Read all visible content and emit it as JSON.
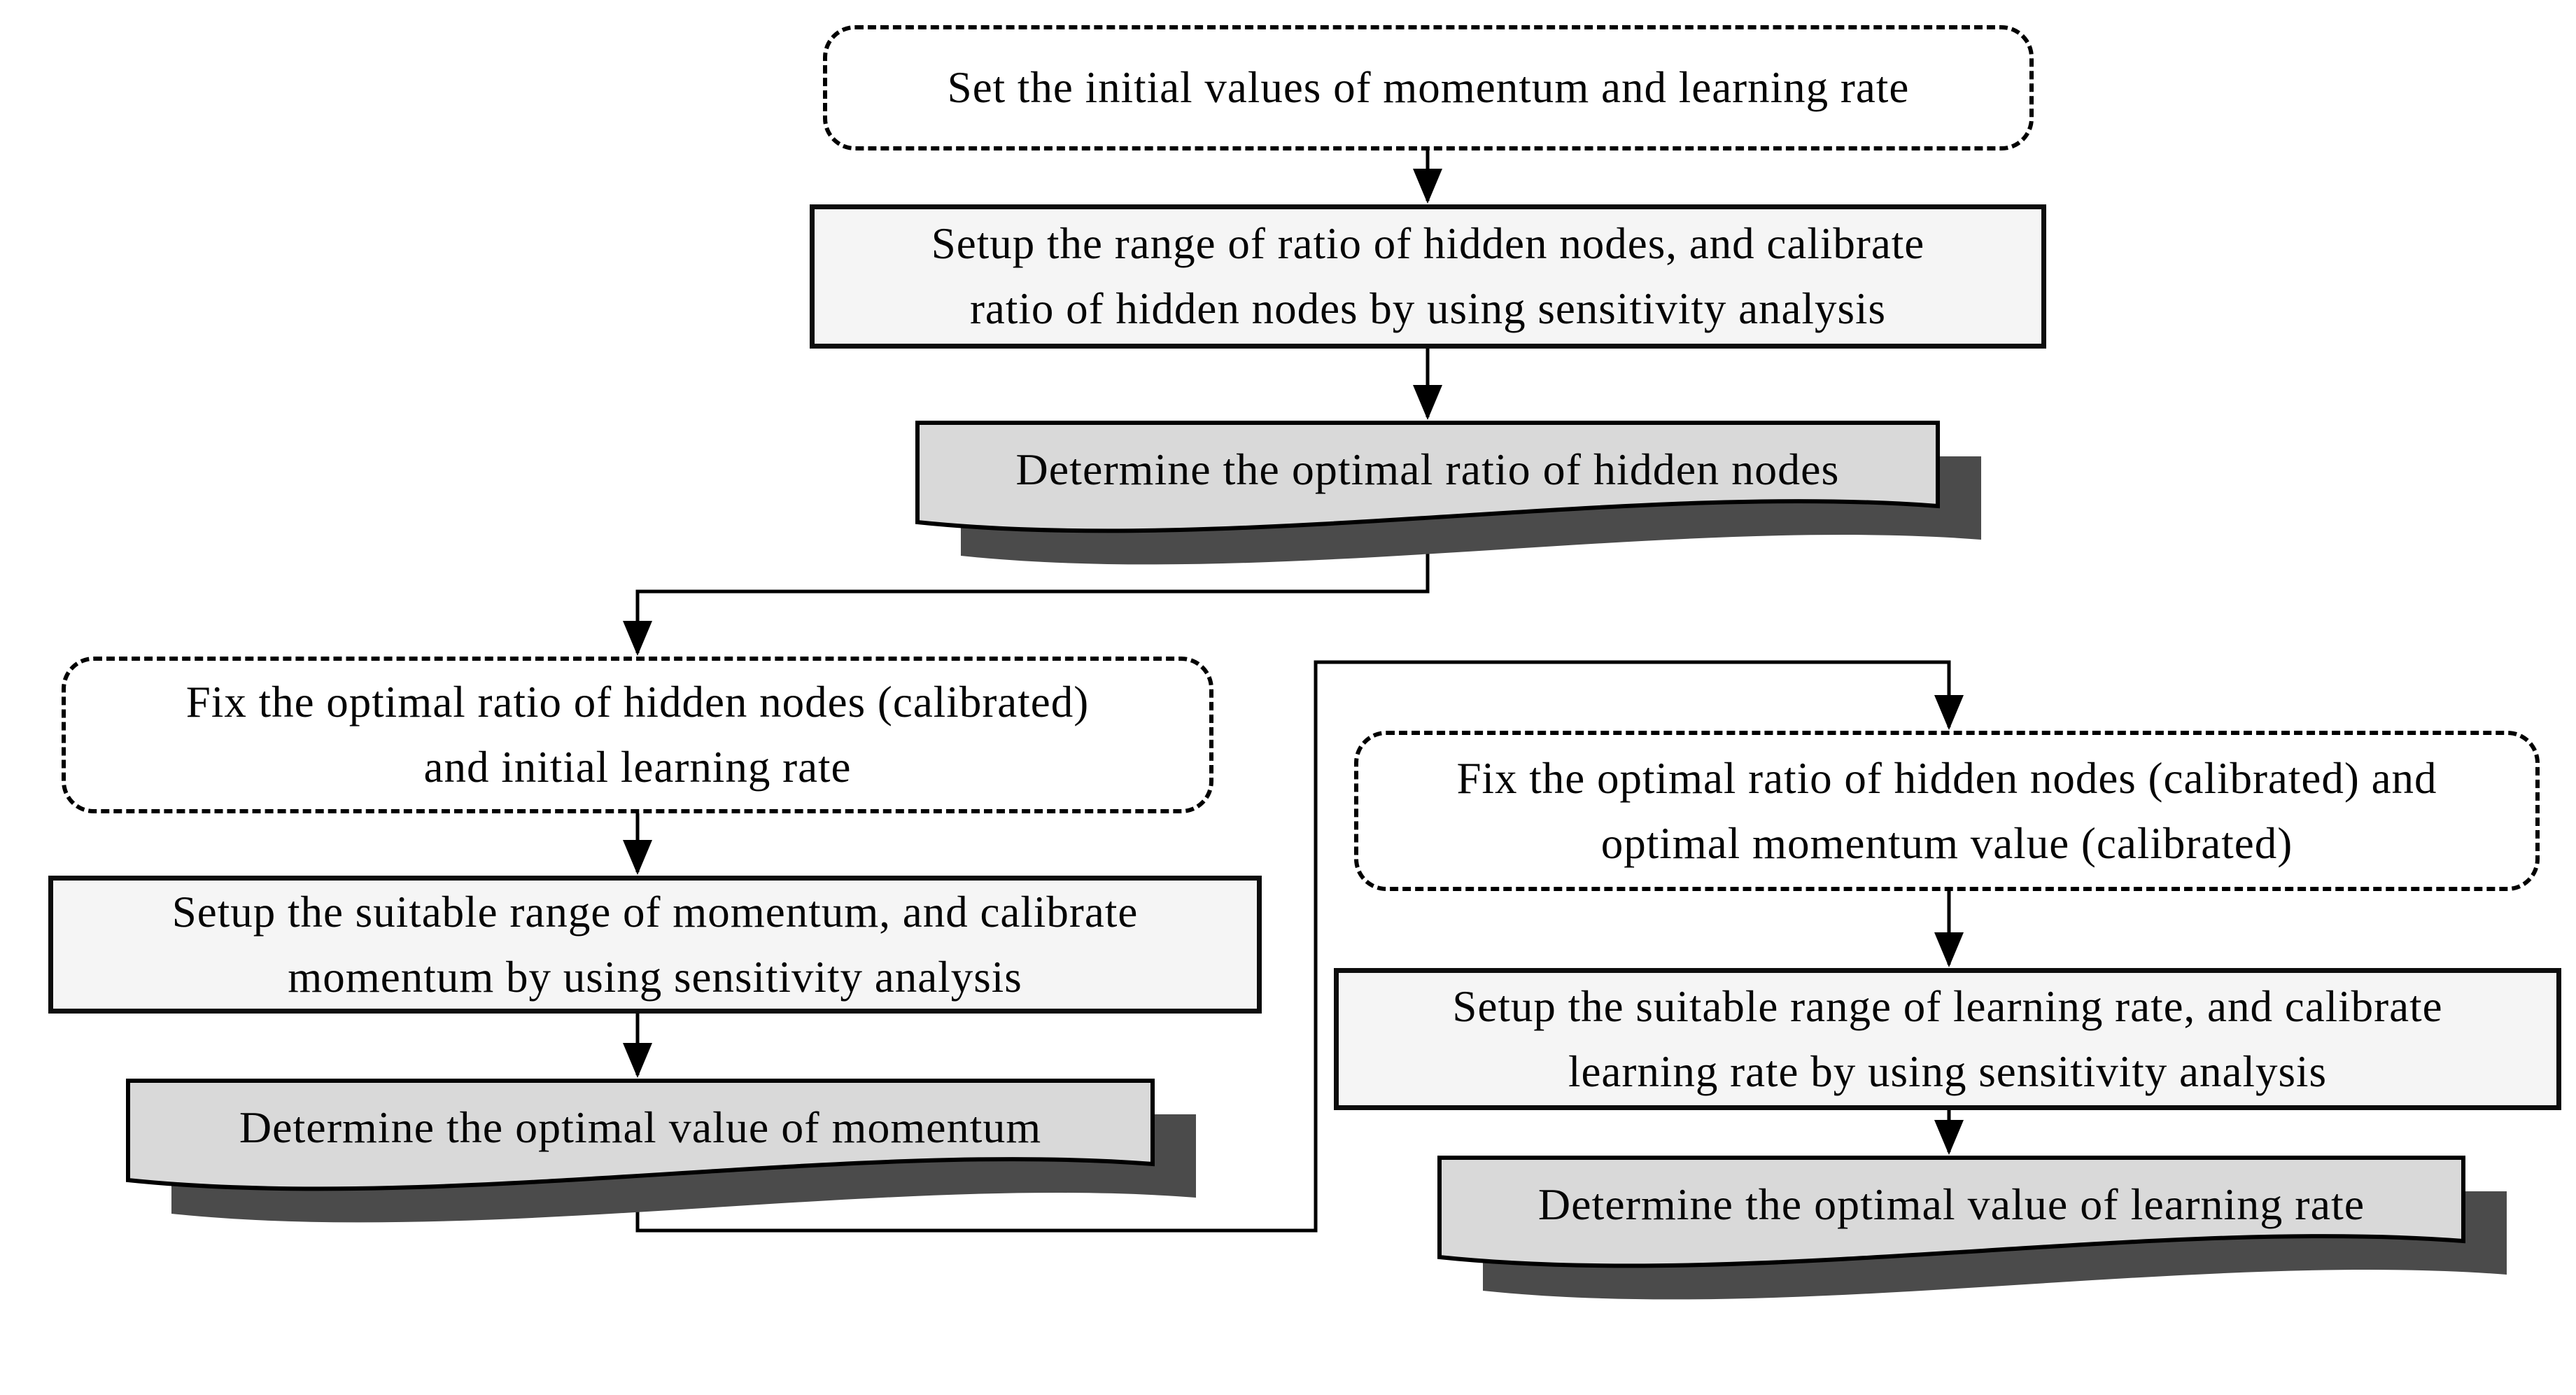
{
  "diagram": {
    "type": "flowchart",
    "background": "#ffffff",
    "colors": {
      "line": "#000000",
      "process_fill": "#f5f5f5",
      "dashed_fill": "#ffffff",
      "document_fill": "#d9d9d9",
      "document_shadow": "#4b4b4b"
    },
    "nodes": {
      "set_initial": {
        "shape": "dashed-rounded",
        "lines": [
          "Set the initial values of momentum and learning rate"
        ]
      },
      "setup_hidden": {
        "shape": "process",
        "lines": [
          "Setup the range of ratio of hidden nodes, and calibrate",
          "ratio of hidden nodes by using sensitivity analysis"
        ]
      },
      "determine_hidden": {
        "shape": "document",
        "lines": [
          "Determine the optimal ratio of hidden nodes"
        ]
      },
      "fix_hidden_lr": {
        "shape": "dashed-rounded",
        "lines": [
          "Fix the optimal ratio of hidden nodes (calibrated)",
          "and initial learning rate"
        ]
      },
      "setup_momentum": {
        "shape": "process",
        "lines": [
          "Setup the suitable range of momentum, and calibrate",
          "momentum by using sensitivity analysis"
        ]
      },
      "determine_momentum": {
        "shape": "document",
        "lines": [
          "Determine the optimal value of momentum"
        ]
      },
      "fix_hidden_momentum": {
        "shape": "dashed-rounded",
        "lines": [
          "Fix the optimal ratio of hidden nodes (calibrated) and",
          "optimal momentum value (calibrated)"
        ]
      },
      "setup_lr": {
        "shape": "process",
        "lines": [
          "Setup the suitable range of learning rate, and calibrate",
          "learning rate by using sensitivity analysis"
        ]
      },
      "determine_lr": {
        "shape": "document",
        "lines": [
          "Determine the optimal value of learning rate"
        ]
      }
    },
    "edges": [
      {
        "from": "set_initial",
        "to": "setup_hidden"
      },
      {
        "from": "setup_hidden",
        "to": "determine_hidden"
      },
      {
        "from": "determine_hidden",
        "to": "fix_hidden_lr"
      },
      {
        "from": "fix_hidden_lr",
        "to": "setup_momentum"
      },
      {
        "from": "setup_momentum",
        "to": "determine_momentum"
      },
      {
        "from": "determine_momentum",
        "to": "fix_hidden_momentum"
      },
      {
        "from": "fix_hidden_momentum",
        "to": "setup_lr"
      },
      {
        "from": "setup_lr",
        "to": "determine_lr"
      }
    ]
  }
}
